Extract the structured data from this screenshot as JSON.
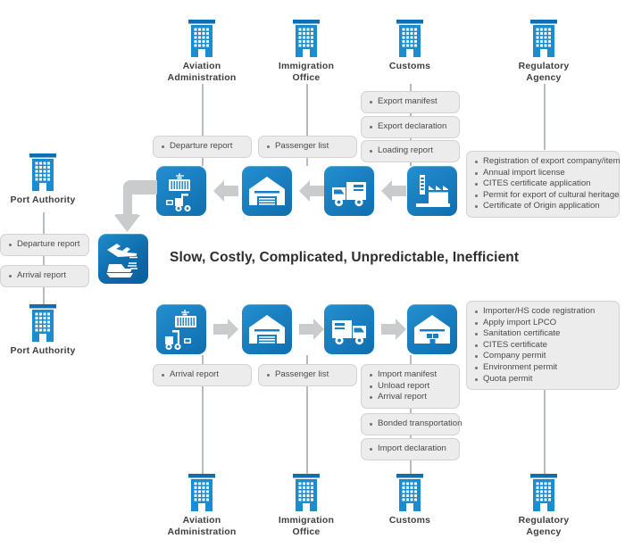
{
  "diagram": {
    "headline": "Slow, Costly, Complicated, Unpredictable, Inefficient",
    "colors": {
      "tile_blue": "#1a7fc1",
      "tile_blue_dark": "#0f6cab",
      "building_blue": "#1b8cce",
      "building_top": "#0f6fae",
      "note_bg": "#ececec",
      "note_border": "#d2d2d2",
      "arrow_grey": "#c9cbcc",
      "line_grey": "#b9bcbe",
      "text_dark": "#404040"
    }
  },
  "top_agencies": [
    {
      "id": "aviation-administration",
      "label": "Aviation\nAdministration",
      "icon": "building-icon"
    },
    {
      "id": "immigration-office",
      "label": "Immigration\nOffice",
      "icon": "building-icon"
    },
    {
      "id": "customs",
      "label": "Customs",
      "icon": "building-icon"
    },
    {
      "id": "regulatory-agency",
      "label": "Regulatory\nAgency",
      "icon": "building-icon"
    }
  ],
  "bottom_agencies": [
    {
      "id": "aviation-administration",
      "label": "Aviation\nAdministration",
      "icon": "building-icon"
    },
    {
      "id": "immigration-office",
      "label": "Immigration\nOffice",
      "icon": "building-icon"
    },
    {
      "id": "customs",
      "label": "Customs",
      "icon": "building-icon"
    },
    {
      "id": "regulatory-agency",
      "label": "Regulatory\nAgency",
      "icon": "building-icon"
    }
  ],
  "left_agencies": [
    {
      "id": "port-authority-top",
      "label": "Port Authority",
      "icon": "building-icon"
    },
    {
      "id": "port-authority-bottom",
      "label": "Port Authority",
      "icon": "building-icon"
    }
  ],
  "left_notes": [
    {
      "id": "departure-report",
      "items": [
        "Departure report"
      ]
    },
    {
      "id": "arrival-report",
      "items": [
        "Arrival report"
      ]
    }
  ],
  "export_notes": {
    "departure_report": {
      "items": [
        "Departure report"
      ]
    },
    "passenger_list": {
      "items": [
        "Passenger list"
      ]
    },
    "export_manifest": {
      "items": [
        "Export manifest"
      ]
    },
    "export_declaration": {
      "items": [
        "Export declaration"
      ]
    },
    "loading_report": {
      "items": [
        "Loading report"
      ]
    },
    "regulatory": {
      "items": [
        "Registration of export company/item",
        "Annual import license",
        "CITES certificate application",
        "Permit for export of cultural heritage",
        "Certificate of Origin application"
      ]
    }
  },
  "import_notes": {
    "arrival_report": {
      "items": [
        "Arrival report"
      ]
    },
    "passenger_list": {
      "items": [
        "Passenger list"
      ]
    },
    "customs_group": {
      "items": [
        "Import manifest",
        "Unload report",
        "Arrival report"
      ]
    },
    "bonded_transportation": {
      "items": [
        "Bonded transportation"
      ]
    },
    "import_declaration": {
      "items": [
        "Import declaration"
      ]
    },
    "regulatory": {
      "items": [
        "Importer/HS code registration",
        "Apply import LPCO",
        "Sanitation certificate",
        "CITES certificate",
        "Company permit",
        "Environment permit",
        "Quota permit"
      ]
    }
  },
  "export_flow": {
    "direction": "right-to-left",
    "tiles": [
      {
        "id": "port-container-loading",
        "icon": "container-forklift-icon"
      },
      {
        "id": "warehouse",
        "icon": "warehouse-icon"
      },
      {
        "id": "truck-transport",
        "icon": "truck-icon"
      },
      {
        "id": "factory",
        "icon": "factory-icon"
      }
    ]
  },
  "import_flow": {
    "direction": "left-to-right",
    "tiles": [
      {
        "id": "port-container-unloading",
        "icon": "forklift-container-icon"
      },
      {
        "id": "warehouse",
        "icon": "warehouse-icon"
      },
      {
        "id": "truck-delivery",
        "icon": "truck-icon"
      },
      {
        "id": "distribution-warehouse",
        "icon": "warehouse-boxes-icon"
      }
    ]
  },
  "transport_hub": {
    "id": "air-sea-transport",
    "icon": "plane-ship-icon"
  }
}
